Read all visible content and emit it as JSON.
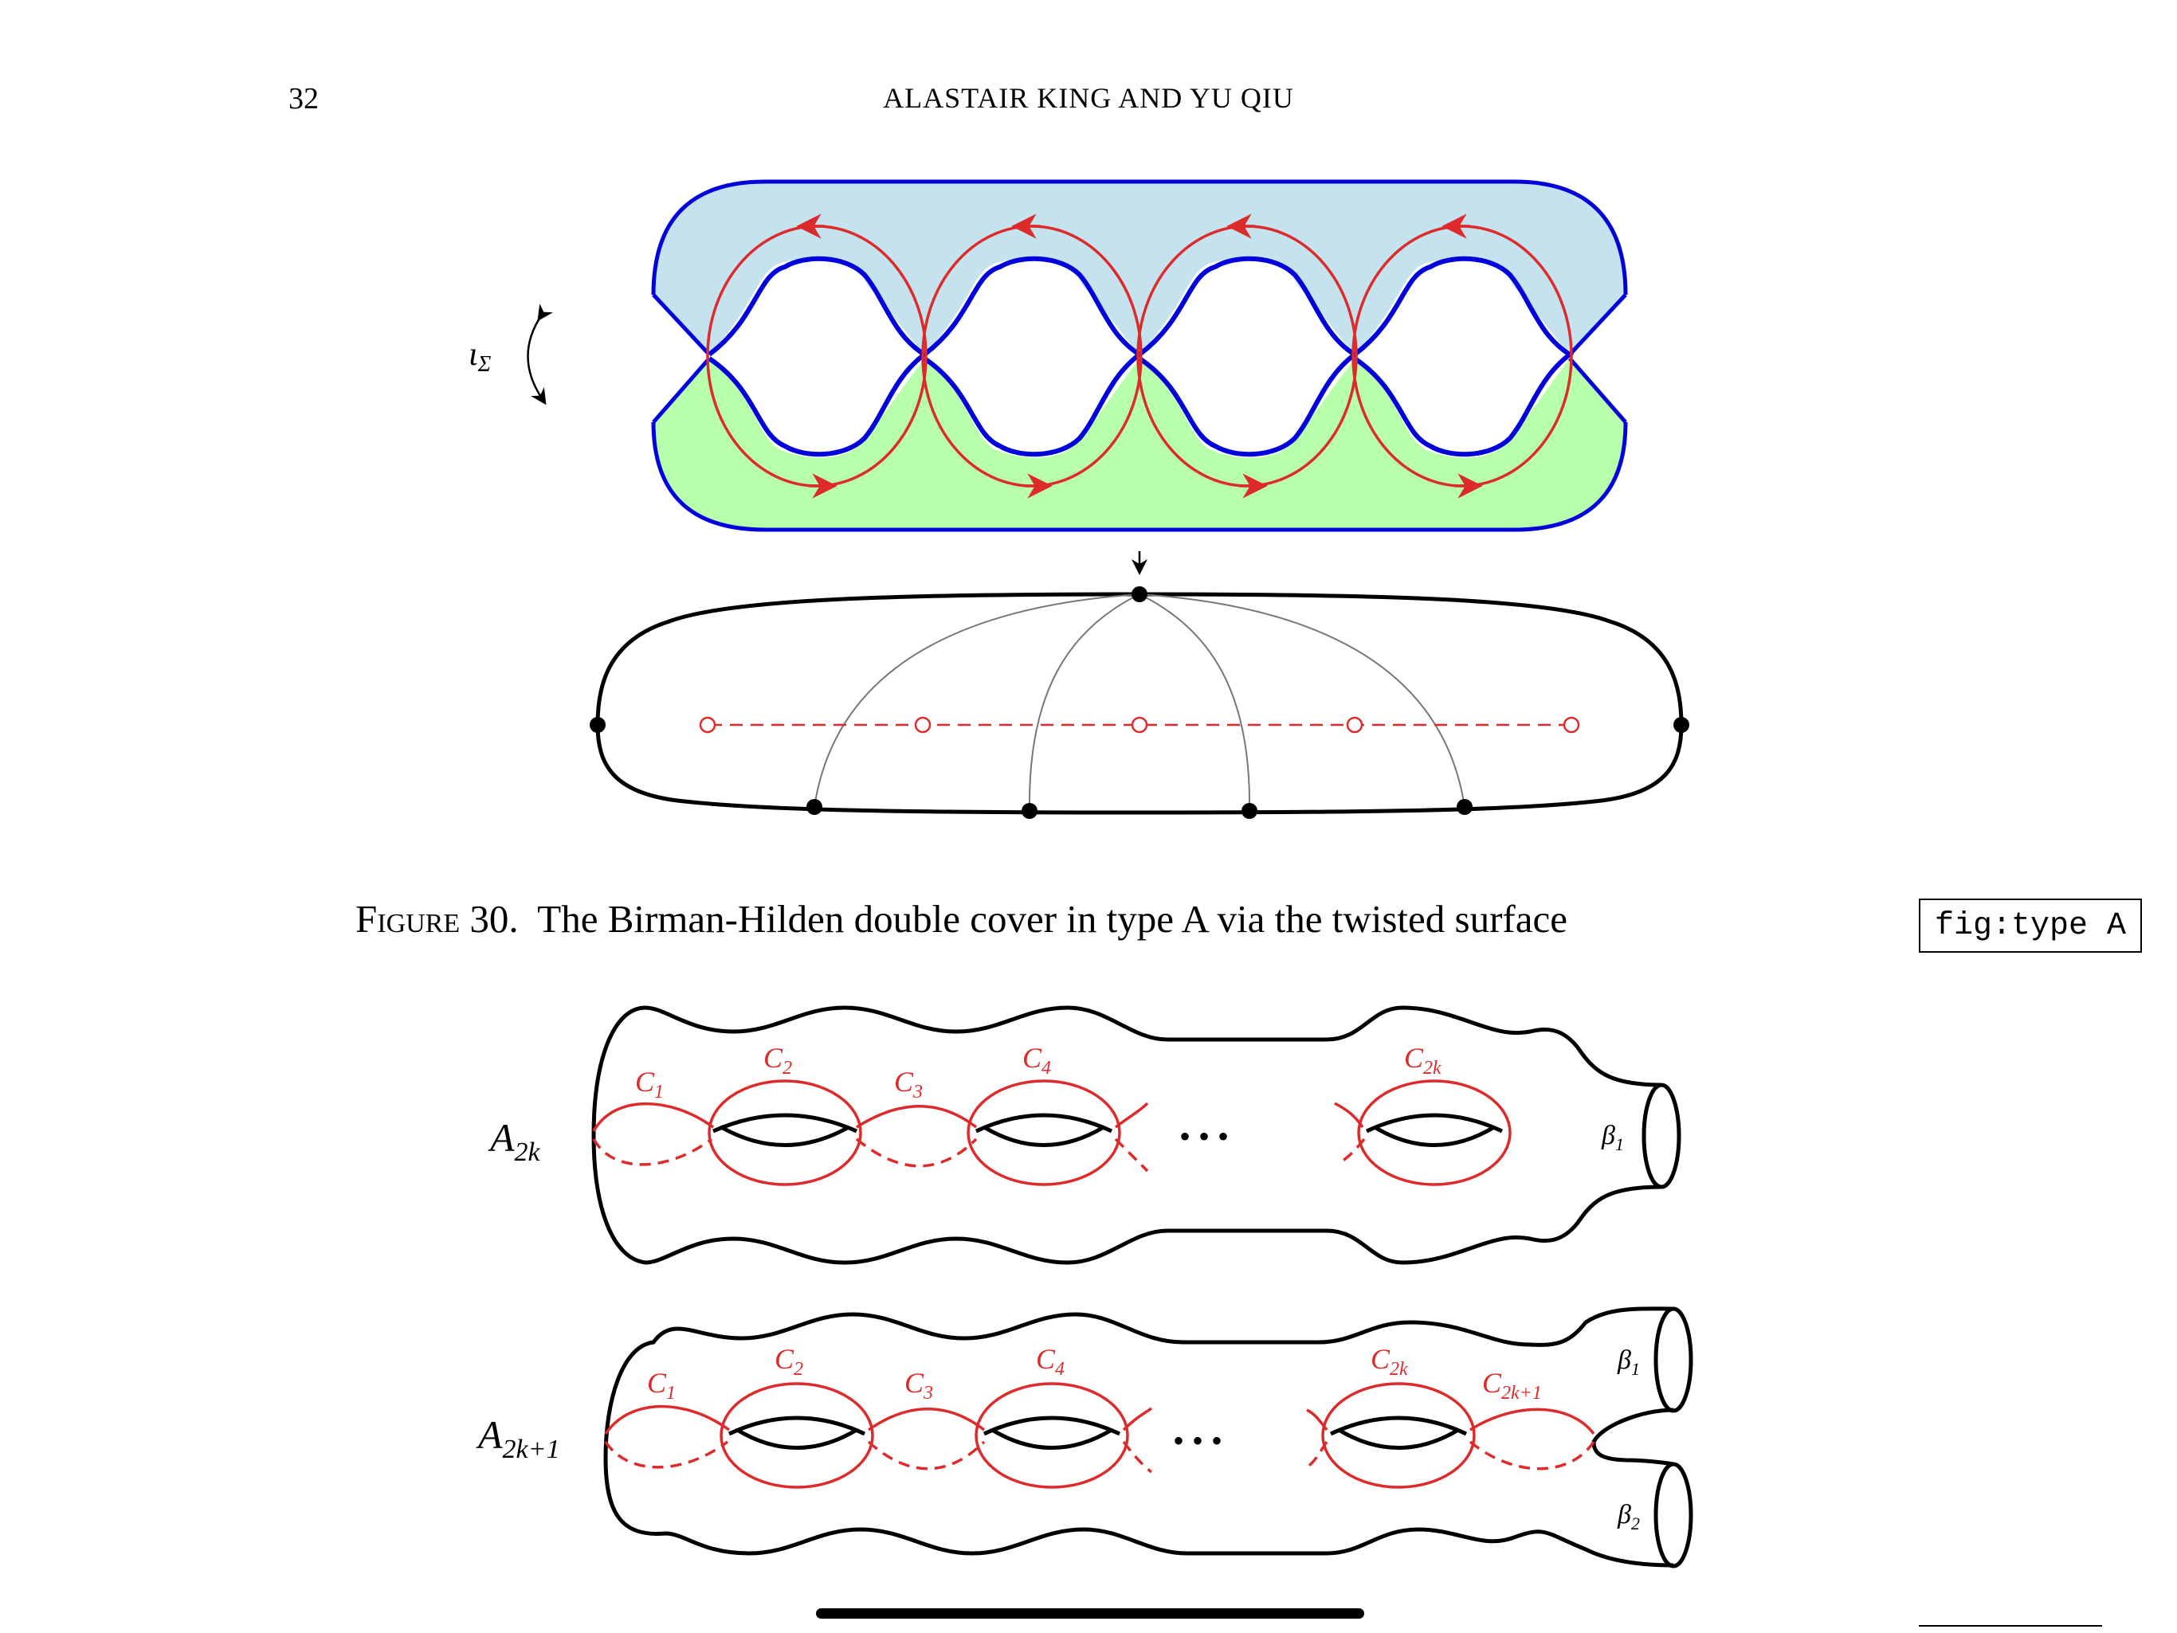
{
  "header": {
    "page_number": "32",
    "running_head": "ALASTAIR KING AND YU QIU"
  },
  "figure30": {
    "involution_label": "ι",
    "involution_subscript": "Σ",
    "caption_prefix": "Figure 30.",
    "caption_text": "The Birman-Hilden double cover in type A via the twisted surface",
    "label": "fig:type A",
    "colors": {
      "top_half": "#c5e3ee",
      "bottom_half": "#b8ffac",
      "boundary": "#0000dd",
      "curves": "#dd2a2a"
    }
  },
  "figure31": {
    "surface_a2k": {
      "name": "A",
      "name_sub": "2k",
      "curves": [
        {
          "name": "C",
          "sub": "1"
        },
        {
          "name": "C",
          "sub": "2"
        },
        {
          "name": "C",
          "sub": "3"
        },
        {
          "name": "C",
          "sub": "4"
        },
        {
          "name": "C",
          "sub": "2k"
        }
      ],
      "boundary": {
        "name": "β",
        "sub": "1"
      },
      "ellipsis": "• • •"
    },
    "surface_a2k1": {
      "name": "A",
      "name_sub": "2k+1",
      "curves": [
        {
          "name": "C",
          "sub": "1"
        },
        {
          "name": "C",
          "sub": "2"
        },
        {
          "name": "C",
          "sub": "3"
        },
        {
          "name": "C",
          "sub": "4"
        },
        {
          "name": "C",
          "sub": "2k"
        },
        {
          "name": "C",
          "sub": "2k+1"
        }
      ],
      "boundaries": [
        {
          "name": "β",
          "sub": "1"
        },
        {
          "name": "β",
          "sub": "2"
        }
      ],
      "ellipsis": "• • •"
    }
  }
}
